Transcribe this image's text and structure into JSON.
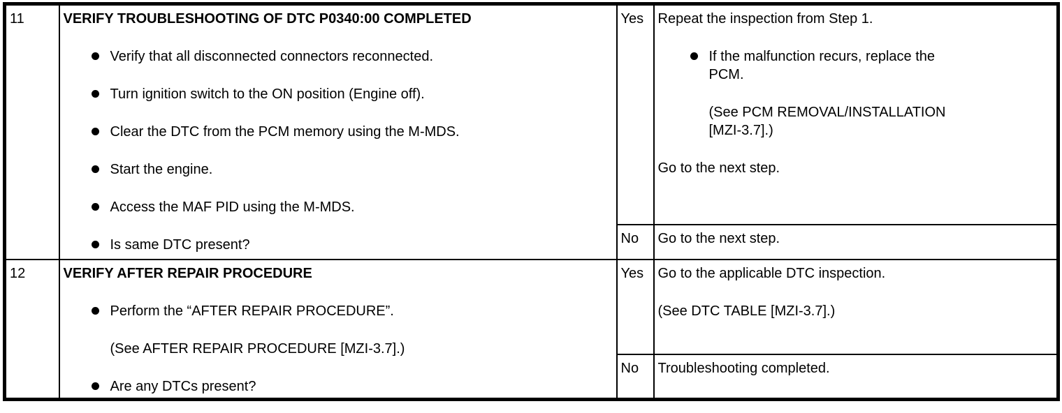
{
  "table": {
    "rows": [
      {
        "step": "11",
        "action": {
          "title": "VERIFY TROUBLESHOOTING OF DTC P0340:00 COMPLETED",
          "blocks": [
            {
              "type": "bullet",
              "text": "Verify that all disconnected connectors reconnected."
            },
            {
              "type": "bullet",
              "text": "Turn ignition switch to the ON position (Engine off)."
            },
            {
              "type": "bullet",
              "text": "Clear the DTC from the PCM memory using the M-MDS."
            },
            {
              "type": "bullet",
              "text": "Start the engine."
            },
            {
              "type": "bullet",
              "text": "Access the MAF PID using the M-MDS."
            },
            {
              "type": "bullet",
              "text": "Is same DTC present?"
            }
          ]
        },
        "yes_branch": {
          "label": "Yes",
          "blocks": [
            {
              "type": "plain",
              "text": "Repeat the inspection from Step 1."
            },
            {
              "type": "bullet",
              "text": "If the malfunction recurs, replace the\nPCM."
            },
            {
              "type": "indent",
              "text": "(See PCM REMOVAL/INSTALLATION\n[MZI-3.7].)"
            },
            {
              "type": "plain",
              "text": "Go to the next step."
            }
          ]
        },
        "no_branch": {
          "label": "No",
          "blocks": [
            {
              "type": "plain",
              "text": "Go to the next step."
            }
          ]
        }
      },
      {
        "step": "12",
        "action": {
          "title": "VERIFY AFTER REPAIR PROCEDURE",
          "blocks": [
            {
              "type": "bullet",
              "text": "Perform the “AFTER REPAIR PROCEDURE”."
            },
            {
              "type": "indent",
              "text": "(See AFTER REPAIR PROCEDURE [MZI-3.7].)"
            },
            {
              "type": "bullet",
              "text": "Are any DTCs present?"
            }
          ]
        },
        "yes_branch": {
          "label": "Yes",
          "blocks": [
            {
              "type": "plain",
              "text": "Go to the applicable DTC inspection."
            },
            {
              "type": "plain",
              "text": "(See DTC TABLE [MZI-3.7].)"
            }
          ]
        },
        "no_branch": {
          "label": "No",
          "blocks": [
            {
              "type": "plain",
              "text": "Troubleshooting completed."
            }
          ]
        }
      }
    ]
  }
}
